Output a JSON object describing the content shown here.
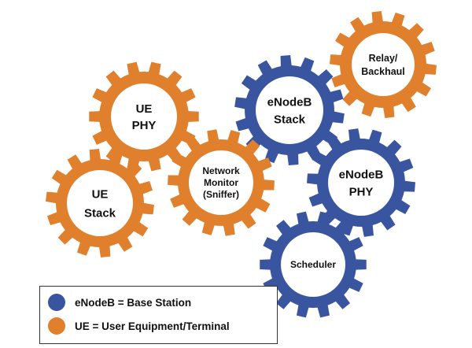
{
  "colors": {
    "blue": "#3a55a0",
    "orange": "#e07f2c"
  },
  "gears": [
    {
      "id": "relay-backhaul",
      "color": "orange",
      "lines": [
        "Relay/",
        "Backhaul"
      ]
    },
    {
      "id": "ue-phy",
      "color": "orange",
      "lines": [
        "UE",
        "PHY"
      ]
    },
    {
      "id": "enodeb-stack",
      "color": "blue",
      "lines": [
        "eNodeB",
        "Stack"
      ]
    },
    {
      "id": "network-monitor",
      "color": "orange",
      "lines": [
        "Network",
        "Monitor",
        "(Sniffer)"
      ]
    },
    {
      "id": "ue-stack",
      "color": "orange",
      "lines": [
        "UE",
        "Stack"
      ]
    },
    {
      "id": "enodeb-phy",
      "color": "blue",
      "lines": [
        "eNodeB",
        "PHY"
      ]
    },
    {
      "id": "scheduler",
      "color": "blue",
      "lines": [
        "Scheduler"
      ]
    }
  ],
  "legend": {
    "items": [
      {
        "color": "blue",
        "label": "eNodeB = Base Station"
      },
      {
        "color": "orange",
        "label": "UE = User Equipment/Terminal"
      }
    ]
  }
}
